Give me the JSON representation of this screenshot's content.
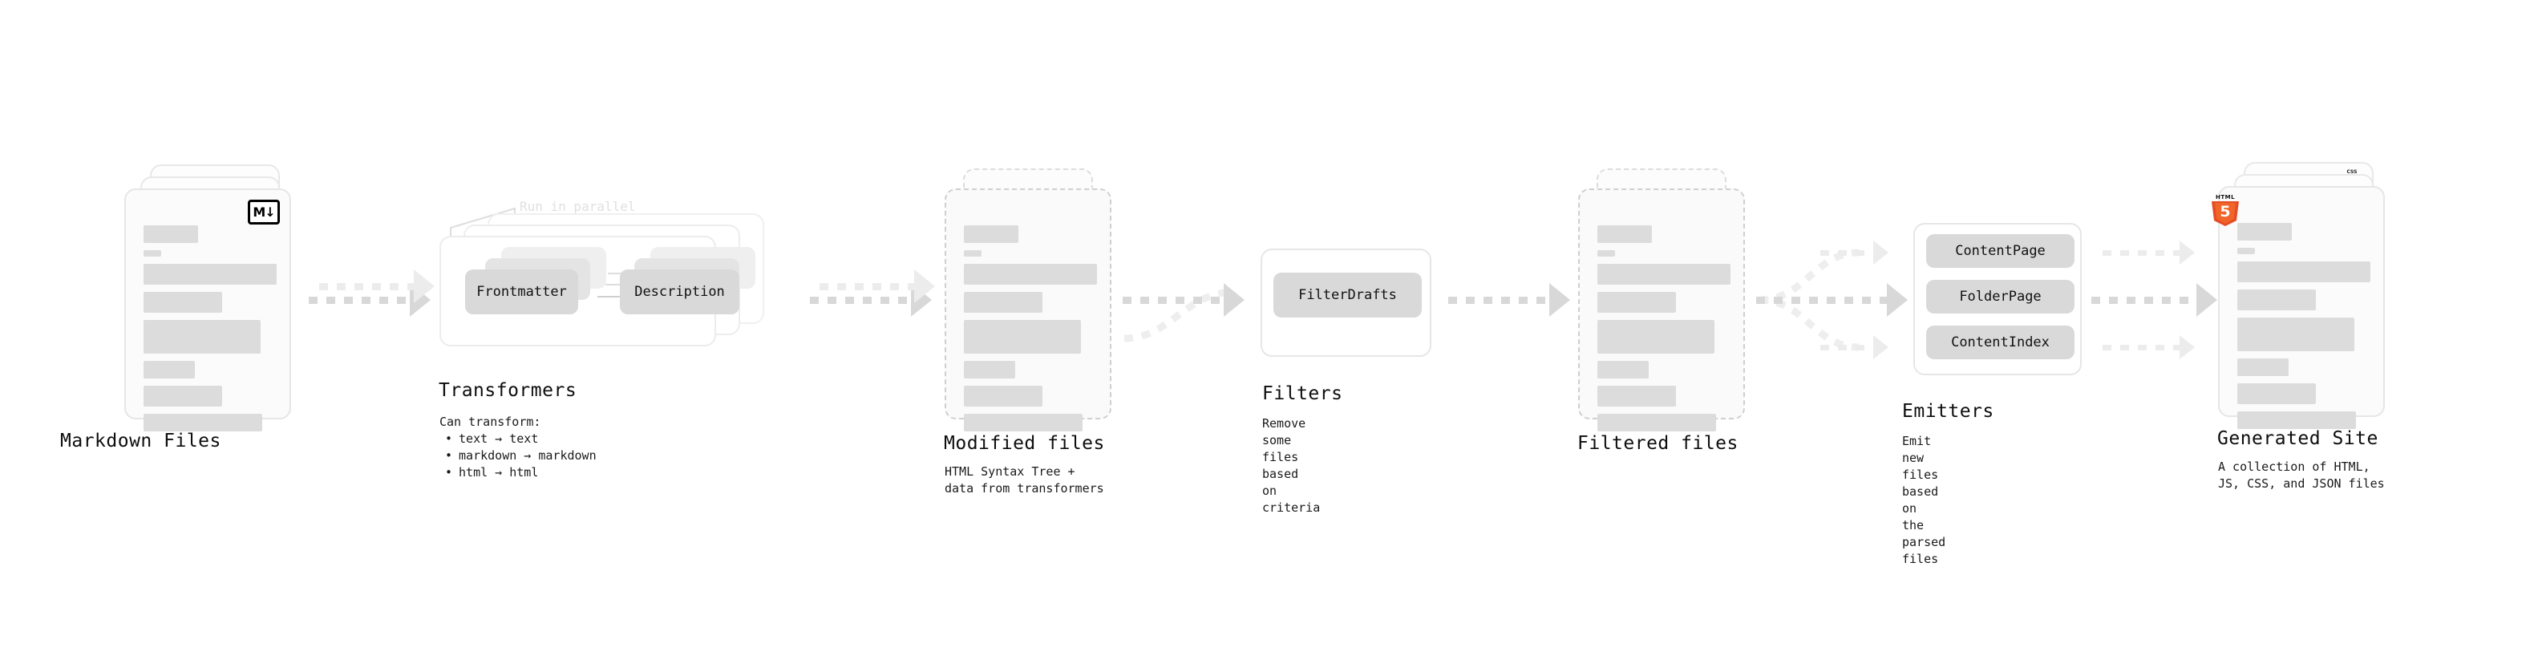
{
  "diagram": {
    "type": "pipeline-flow",
    "stages": [
      {
        "id": "markdown-files",
        "title": "Markdown Files",
        "description": "",
        "badge": "markdown-badge",
        "badge_text": "M↓",
        "card_style": "solid",
        "stacked": 3
      },
      {
        "id": "transformers",
        "title": "Transformers",
        "description_lines": [
          "Can transform:"
        ],
        "bullets": [
          "text → text",
          "markdown → markdown",
          "html → html"
        ],
        "annotation": "Run in parallel",
        "nodes": [
          "Frontmatter",
          "Description"
        ],
        "stacked": 3
      },
      {
        "id": "modified-files",
        "title": "Modified files",
        "description_lines": [
          "HTML Syntax Tree +",
          "data from transformers"
        ],
        "card_style": "dashed",
        "stacked": 2
      },
      {
        "id": "filters",
        "title": "Filters",
        "description_lines": [
          "Remove some files based",
          "on criteria"
        ],
        "nodes": [
          "FilterDrafts"
        ]
      },
      {
        "id": "filtered-files",
        "title": "Filtered files",
        "description_lines": [],
        "card_style": "dashed",
        "stacked": 2
      },
      {
        "id": "emitters",
        "title": "Emitters",
        "description_lines": [
          "Emit new files based on",
          "the parsed files"
        ],
        "nodes": [
          "ContentPage",
          "FolderPage",
          "ContentIndex"
        ]
      },
      {
        "id": "generated-site",
        "title": "Generated Site",
        "description_lines": [
          "A collection of HTML,",
          "JS, CSS, and JSON files"
        ],
        "badges": [
          "css3-badge",
          "javascript-badge",
          "html5-badge"
        ],
        "badge_texts": {
          "css": "CSS",
          "html5_word": "HTML",
          "html5_number": "5"
        },
        "card_style": "solid",
        "stacked": 3
      }
    ],
    "connectors": [
      {
        "from": "markdown-files",
        "to": "transformers",
        "style": "dotted-arrow"
      },
      {
        "from": "transformers",
        "to": "modified-files",
        "style": "dotted-arrow"
      },
      {
        "from": "modified-files",
        "to": "filters",
        "style": "dotted-arrow-converge"
      },
      {
        "from": "filters",
        "to": "filtered-files",
        "style": "dotted-arrow"
      },
      {
        "from": "filtered-files",
        "to": "emitters",
        "style": "dotted-arrow-fanout"
      },
      {
        "from": "emitters",
        "to": "generated-site",
        "style": "dotted-arrow-parallel"
      }
    ]
  },
  "colors": {
    "background": "#ffffff",
    "text": "#111111",
    "card_fill": "#fbfbfb",
    "card_border": "#e6e6e6",
    "placeholder_line": "#dcdcdc",
    "node_fill": "#d9d9d9",
    "arrow": "#d8d8d8",
    "arrow_faint": "#ececec",
    "annotation": "#e0e0e0",
    "html5": "#e44d26",
    "javascript": "#f7df1e",
    "css3": "#1572b6"
  }
}
